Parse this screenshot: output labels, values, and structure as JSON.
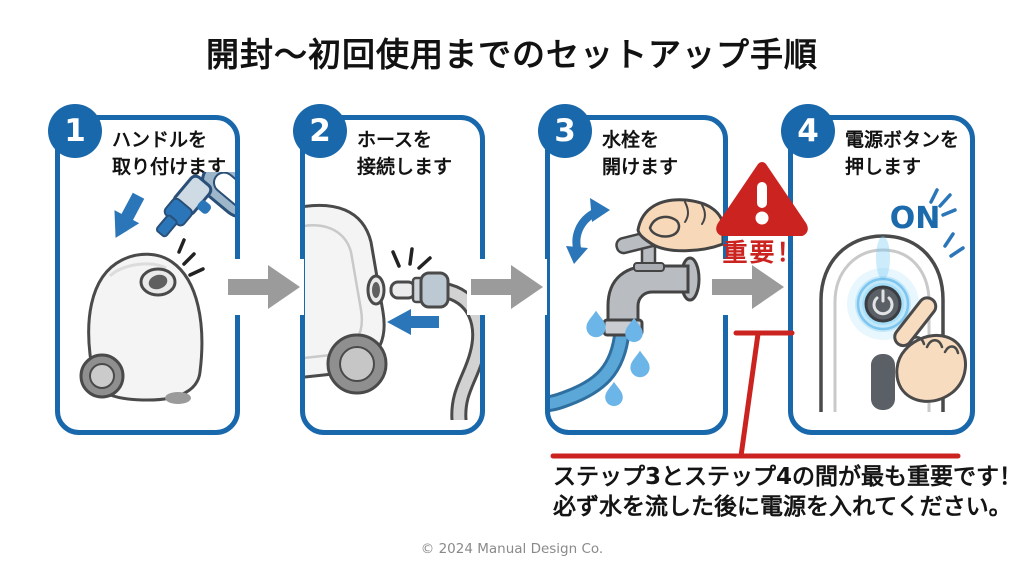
{
  "title": "開封〜初回使用までのセットアップ手順",
  "steps": [
    {
      "number": "1",
      "label_line1": "ハンドルを",
      "label_line2": "取り付けます"
    },
    {
      "number": "2",
      "label_line1": "ホースを",
      "label_line2": "接続します"
    },
    {
      "number": "3",
      "label_line1": "水栓を",
      "label_line2": "開けます"
    },
    {
      "number": "4",
      "label_line1": "電源ボタンを",
      "label_line2": "押します"
    }
  ],
  "warning": {
    "badge_label": "重要！",
    "note_line1": "ステップ3とステップ4の間が最も重要です！",
    "note_line2": "必ず水を流した後に電源を入れてください。"
  },
  "illustrations": {
    "on_label": "ON"
  },
  "footer": "© 2024 Manual Design Co.",
  "colors": {
    "step_blue": "#1a68ac",
    "accent_blue": "#2b76b8",
    "warning_red": "#cb2320",
    "arrow_gray": "#9b9b9b",
    "outline_gray": "#4a4a4a"
  }
}
